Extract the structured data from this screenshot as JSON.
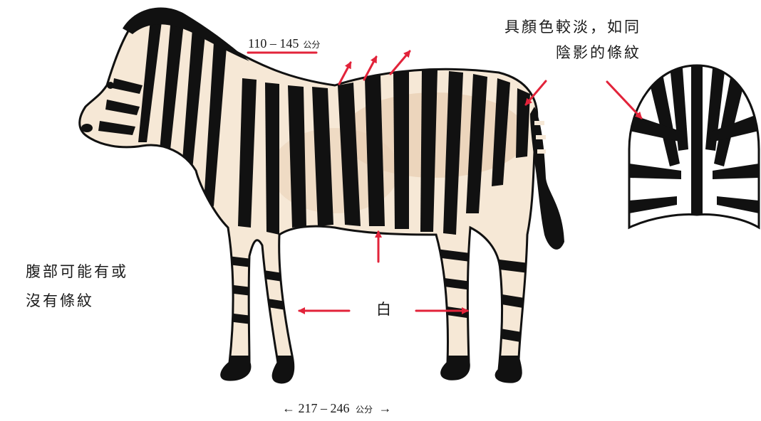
{
  "labels": {
    "shoulder_height": {
      "value": "110 – 145",
      "unit": "公分"
    },
    "body_length": {
      "prefix": "←",
      "value": "217 – 246",
      "unit": "公分",
      "suffix": "→"
    },
    "shadow_stripes_note": {
      "line1": "具顏色較淡，如同",
      "line2": "陰影的條紋"
    },
    "belly_note": {
      "line1": "腹部可能有或",
      "line2": "沒有條紋"
    },
    "legs_white": "白"
  },
  "colors": {
    "annotation_arrow": "#e2233a",
    "stripe": "#111111",
    "coat_light": "#f6e8d6",
    "coat_shade": "#e8cdb1",
    "text": "#1a1a1a"
  },
  "illustrations": {
    "zebra": "plains-zebra-side-view",
    "rump_detail": "zebra-rump-stripe-pattern"
  }
}
